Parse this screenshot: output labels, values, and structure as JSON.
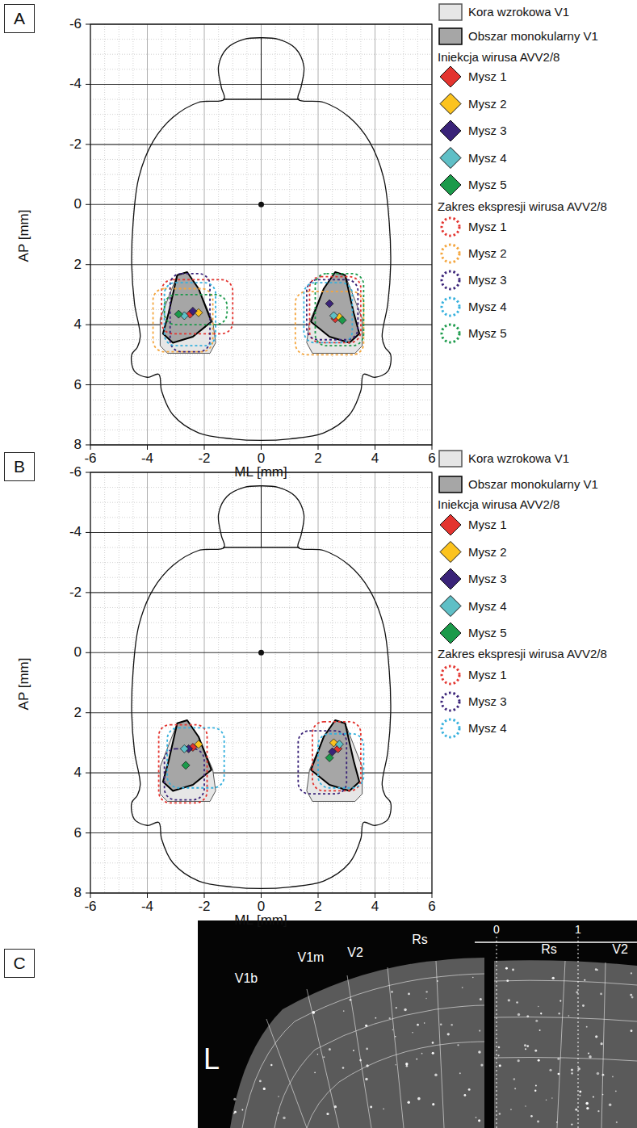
{
  "diagram": {
    "nodes": [
      {
        "text": [
          "A"
        ]
      },
      {
        "text": [
          "B"
        ]
      },
      {
        "text": [
          "C"
        ]
      }
    ],
    "labels": [
      "-6",
      "-4",
      "-2",
      "0",
      "2",
      "4",
      "6",
      "8",
      "-6",
      "-4",
      "-2",
      "0",
      "2",
      "4",
      "6",
      "AP [mm]",
      "ML [mm]",
      "Iniekcja wirusa AVV2/8",
      "Zakres ekspresji wirusa AVV2/8",
      "-6",
      "-4",
      "-2",
      "0",
      "2",
      "4",
      "6",
      "8",
      "-6",
      "-4",
      "-2",
      "0",
      "2",
      "4",
      "6",
      "AP [mm]",
      "ML [mm]",
      "Iniekcja wirusa AVV2/8",
      "Zakres ekspresji wirusa AVV2/8",
      "L",
      "V1b",
      "V1m",
      "V2",
      "Rs",
      "0",
      "1",
      "Rs",
      "V2"
    ],
    "legend": [
      {
        "text": "Kora wzrokowa V1",
        "color": "#e6e6e6"
      },
      {
        "text": "Obszar monokularny V1",
        "color": "#a6a6a6"
      },
      {
        "text": "Mysz 1",
        "color": "#e3342f"
      },
      {
        "text": "Mysz 2",
        "color": "#fcc31e"
      },
      {
        "text": "Mysz 3",
        "color": "#3a2378"
      },
      {
        "text": "Mysz 4",
        "color": "#5fbfc6"
      },
      {
        "text": "Mysz 5",
        "color": "#1b9a4a"
      },
      {
        "text": "Mysz 1"
      },
      {
        "text": "Mysz 2"
      },
      {
        "text": "Mysz 3"
      },
      {
        "text": "Mysz 4"
      },
      {
        "text": "Mysz 5"
      },
      {
        "text": "Kora wzrokowa V1",
        "color": "#e6e6e6"
      },
      {
        "text": "Obszar monokularny V1",
        "color": "#a6a6a6"
      },
      {
        "text": "Mysz 1",
        "color": "#e3342f"
      },
      {
        "text": "Mysz 2",
        "color": "#fcc31e"
      },
      {
        "text": "Mysz 3",
        "color": "#3a2378"
      },
      {
        "text": "Mysz 4",
        "color": "#5fbfc6"
      },
      {
        "text": "Mysz 5",
        "color": "#1b9a4a"
      },
      {
        "text": "Mysz 1"
      },
      {
        "text": "Mysz 3"
      },
      {
        "text": "Mysz 4"
      }
    ]
  }
}
